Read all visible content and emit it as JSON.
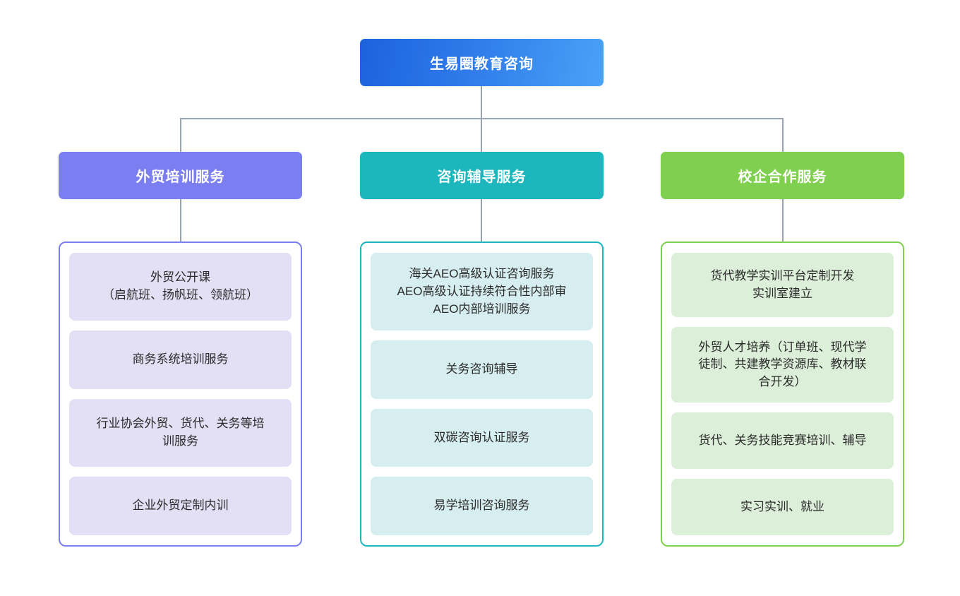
{
  "root": {
    "label": "生易圈教育咨询",
    "color": "#2f7bea"
  },
  "connector_color": "#97a3b0",
  "columns": [
    {
      "header": "外贸培训服务",
      "color": "#7b7ef0",
      "item_color": "#e3dff4",
      "items": [
        "外贸公开课\n（启航班、扬帆班、领航班）",
        "商务系统培训服务",
        "行业协会外贸、货代、关务等培\n训服务",
        "企业外贸定制内训"
      ]
    },
    {
      "header": "咨询辅导服务",
      "color": "#1cb6bd",
      "item_color": "#d7eef0",
      "items": [
        "海关AEO高级认证咨询服务\nAEO高级认证持续符合性内部审\nAEO内部培训服务",
        "关务咨询辅导",
        "双碳咨询认证服务",
        "易学培训咨询服务"
      ]
    },
    {
      "header": "校企合作服务",
      "color": "#7ed04e",
      "item_color": "#dcefd9",
      "items": [
        "货代教学实训平台定制开发\n实训室建立",
        "外贸人才培养（订单班、现代学\n徒制、共建教学资源库、教材联\n合开发）",
        "货代、关务技能竞赛培训、辅导",
        "实习实训、就业"
      ]
    }
  ],
  "chart_data": {
    "type": "diagram",
    "diagram_type": "organization-tree",
    "title": "生易圈教育咨询",
    "levels": 3,
    "nodes": [
      {
        "id": "root",
        "label": "生易圈教育咨询",
        "level": 0,
        "parent": null
      },
      {
        "id": "c0",
        "label": "外贸培训服务",
        "level": 1,
        "parent": "root"
      },
      {
        "id": "c1",
        "label": "咨询辅导服务",
        "level": 1,
        "parent": "root"
      },
      {
        "id": "c2",
        "label": "校企合作服务",
        "level": 1,
        "parent": "root"
      },
      {
        "id": "c0-0",
        "label": "外贸公开课（启航班、扬帆班、领航班）",
        "level": 2,
        "parent": "c0"
      },
      {
        "id": "c0-1",
        "label": "商务系统培训服务",
        "level": 2,
        "parent": "c0"
      },
      {
        "id": "c0-2",
        "label": "行业协会外贸、货代、关务等培训服务",
        "level": 2,
        "parent": "c0"
      },
      {
        "id": "c0-3",
        "label": "企业外贸定制内训",
        "level": 2,
        "parent": "c0"
      },
      {
        "id": "c1-0",
        "label": "海关AEO高级认证咨询服务 AEO高级认证持续符合性内部审 AEO内部培训服务",
        "level": 2,
        "parent": "c1"
      },
      {
        "id": "c1-1",
        "label": "关务咨询辅导",
        "level": 2,
        "parent": "c1"
      },
      {
        "id": "c1-2",
        "label": "双碳咨询认证服务",
        "level": 2,
        "parent": "c1"
      },
      {
        "id": "c1-3",
        "label": "易学培训咨询服务",
        "level": 2,
        "parent": "c1"
      },
      {
        "id": "c2-0",
        "label": "货代教学实训平台定制开发 实训室建立",
        "level": 2,
        "parent": "c2"
      },
      {
        "id": "c2-1",
        "label": "外贸人才培养（订单班、现代学徒制、共建教学资源库、教材联合开发）",
        "level": 2,
        "parent": "c2"
      },
      {
        "id": "c2-2",
        "label": "货代、关务技能竞赛培训、辅导",
        "level": 2,
        "parent": "c2"
      },
      {
        "id": "c2-3",
        "label": "实习实训、就业",
        "level": 2,
        "parent": "c2"
      }
    ]
  }
}
